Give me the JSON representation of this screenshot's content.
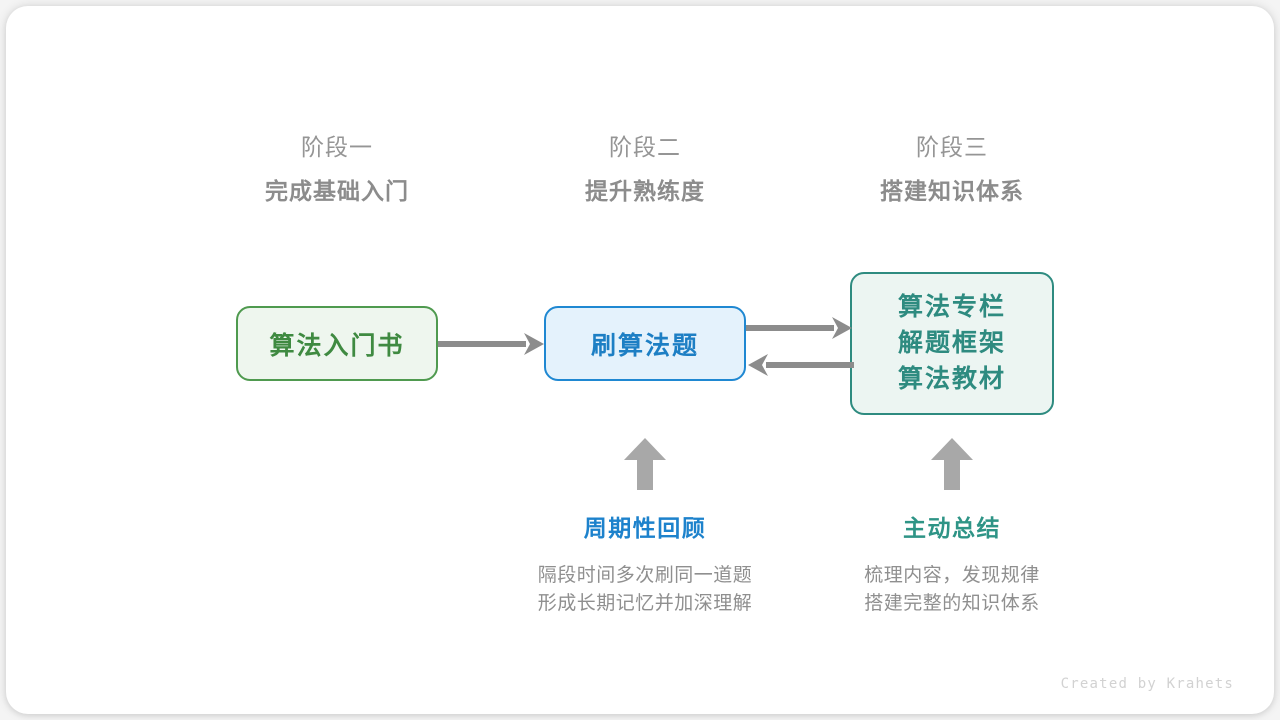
{
  "stages": [
    {
      "kicker": "阶段一",
      "title": "完成基础入门"
    },
    {
      "kicker": "阶段二",
      "title": "提升熟练度"
    },
    {
      "kicker": "阶段三",
      "title": "搭建知识体系"
    }
  ],
  "boxes": {
    "book": {
      "label": "算法入门书",
      "border_color": "#4f9a4f",
      "fill_color": "#eef6ee",
      "text_color": "#3f8a41"
    },
    "practice": {
      "label": "刷算法题",
      "border_color": "#1f88d2",
      "fill_color": "#e4f2fc",
      "text_color": "#1d7fc4"
    },
    "resources": {
      "lines": [
        "算法专栏",
        "解题框架",
        "算法教材"
      ],
      "border_color": "#2e8b80",
      "fill_color": "#ecf5f2",
      "text_color": "#2e8b80"
    }
  },
  "arrows": {
    "color": "#8c8c8c",
    "book_to_practice": "arrow-right-icon",
    "practice_to_resources": "arrow-right-icon",
    "resources_to_practice": "arrow-left-icon",
    "review_up": "arrow-up-icon",
    "summary_up": "arrow-up-icon"
  },
  "notes": [
    {
      "title": "周期性回顾",
      "color": "#1d82cc",
      "desc_line1": "隔段时间多次刷同一道题",
      "desc_line2": "形成长期记忆并加深理解"
    },
    {
      "title": "主动总结",
      "color": "#2e9486",
      "desc_line1": "梳理内容，发现规律",
      "desc_line2": "搭建完整的知识体系"
    }
  ],
  "credit": "Created by Krahets"
}
